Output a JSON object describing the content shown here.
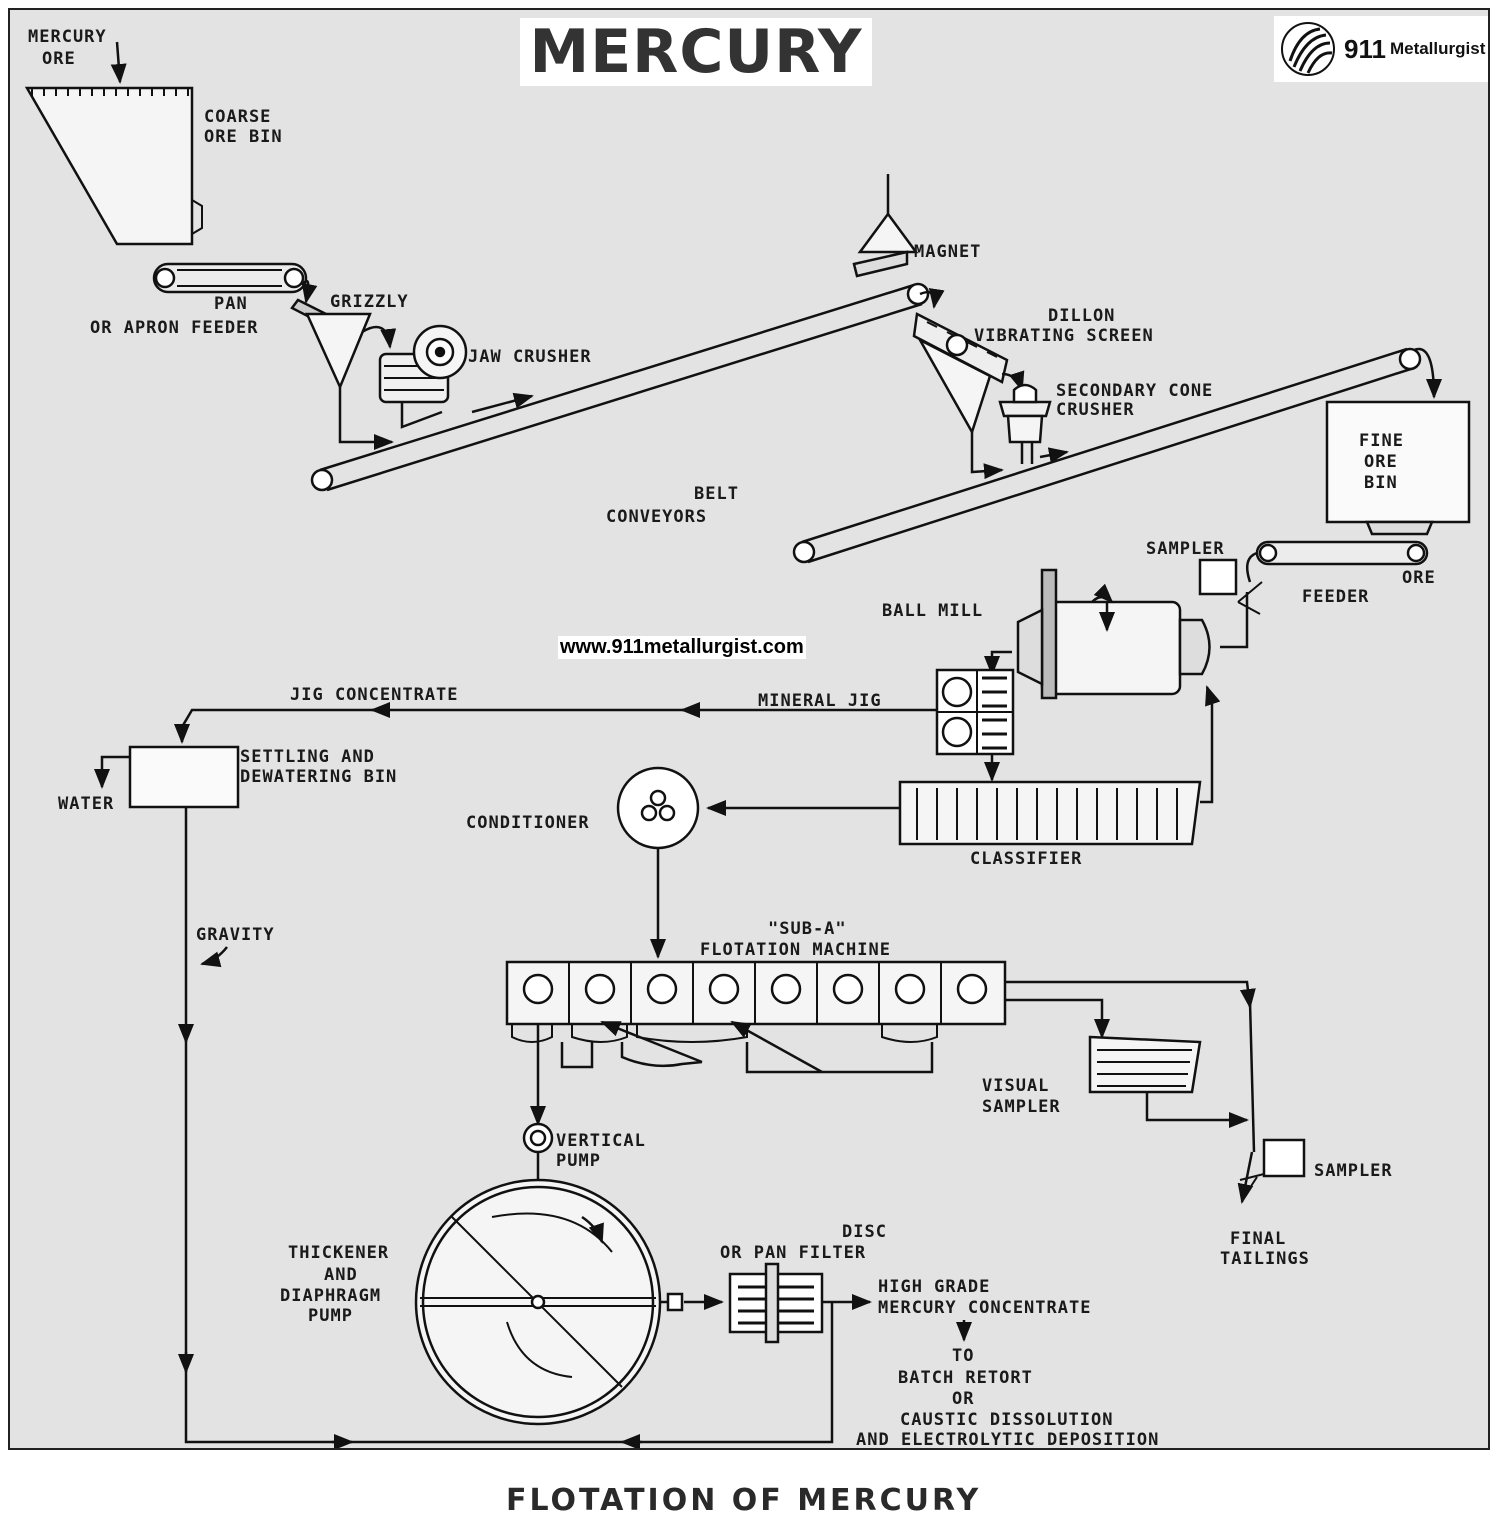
{
  "title": "MERCURY",
  "logo": {
    "number": "911",
    "name": "Metallurgist"
  },
  "website": "www.911metallurgist.com",
  "caption": "FLOTATION OF MERCURY",
  "labels": {
    "mercury_ore": [
      "MERCURY",
      "ORE"
    ],
    "coarse_ore_bin": [
      "COARSE",
      "ORE BIN"
    ],
    "pan_feeder": [
      "PAN",
      "OR APRON FEEDER"
    ],
    "grizzly": "GRIZZLY",
    "jaw_crusher": "JAW CRUSHER",
    "magnet": "MAGNET",
    "dillon_screen": [
      "DILLON",
      "VIBRATING SCREEN"
    ],
    "secondary_cone_crusher": [
      "SECONDARY CONE",
      "CRUSHER"
    ],
    "belt_conveyors": [
      "BELT",
      "CONVEYORS"
    ],
    "fine_ore_bin": [
      "FINE",
      "ORE",
      "BIN"
    ],
    "sampler_top": "SAMPLER",
    "ore_feeder": [
      "ORE",
      "FEEDER"
    ],
    "ball_mill": "BALL MILL",
    "jig_concentrate": "JIG CONCENTRATE",
    "mineral_jig": "MINERAL JIG",
    "settling_bin": [
      "SETTLING AND",
      "DEWATERING BIN"
    ],
    "water": "WATER",
    "conditioner": "CONDITIONER",
    "classifier": "CLASSIFIER",
    "gravity": "GRAVITY",
    "sub_a": [
      "\"SUB-A\"",
      "FLOTATION MACHINE"
    ],
    "visual_sampler": [
      "VISUAL",
      "SAMPLER"
    ],
    "sampler_bottom": "SAMPLER",
    "final_tailings": [
      "FINAL",
      "TAILINGS"
    ],
    "vertical_pump": [
      "VERTICAL",
      "PUMP"
    ],
    "thickener": [
      "THICKENER",
      "AND",
      "DIAPHRAGM",
      "PUMP"
    ],
    "disc_filter": [
      "DISC",
      "OR PAN FILTER"
    ],
    "high_grade": [
      "HIGH GRADE",
      "MERCURY CONCENTRATE"
    ],
    "to_retort": [
      "TO",
      "BATCH RETORT",
      "OR",
      "CAUSTIC DISSOLUTION",
      "AND ELECTROLYTIC DEPOSITION"
    ]
  }
}
